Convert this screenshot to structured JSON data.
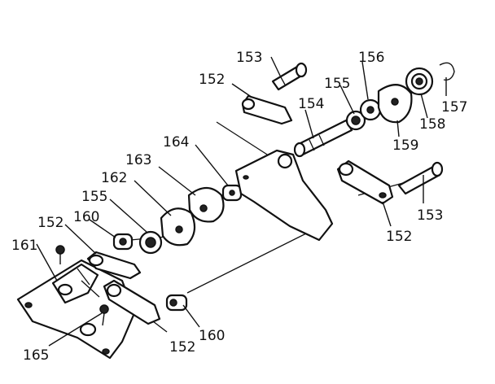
{
  "diagram": {
    "callouts": {
      "c153_top": "153",
      "c152_top": "152",
      "c155_top": "155",
      "c156": "156",
      "c154": "154",
      "c157": "157",
      "c158": "158",
      "c159": "159",
      "c164": "164",
      "c163": "163",
      "c162": "162",
      "c155_left": "155",
      "c160_left": "160",
      "c152_left": "152",
      "c161": "161",
      "c153_right": "153",
      "c152_right": "152",
      "c160_bottom": "160",
      "c152_bottom": "152",
      "c165": "165"
    }
  }
}
